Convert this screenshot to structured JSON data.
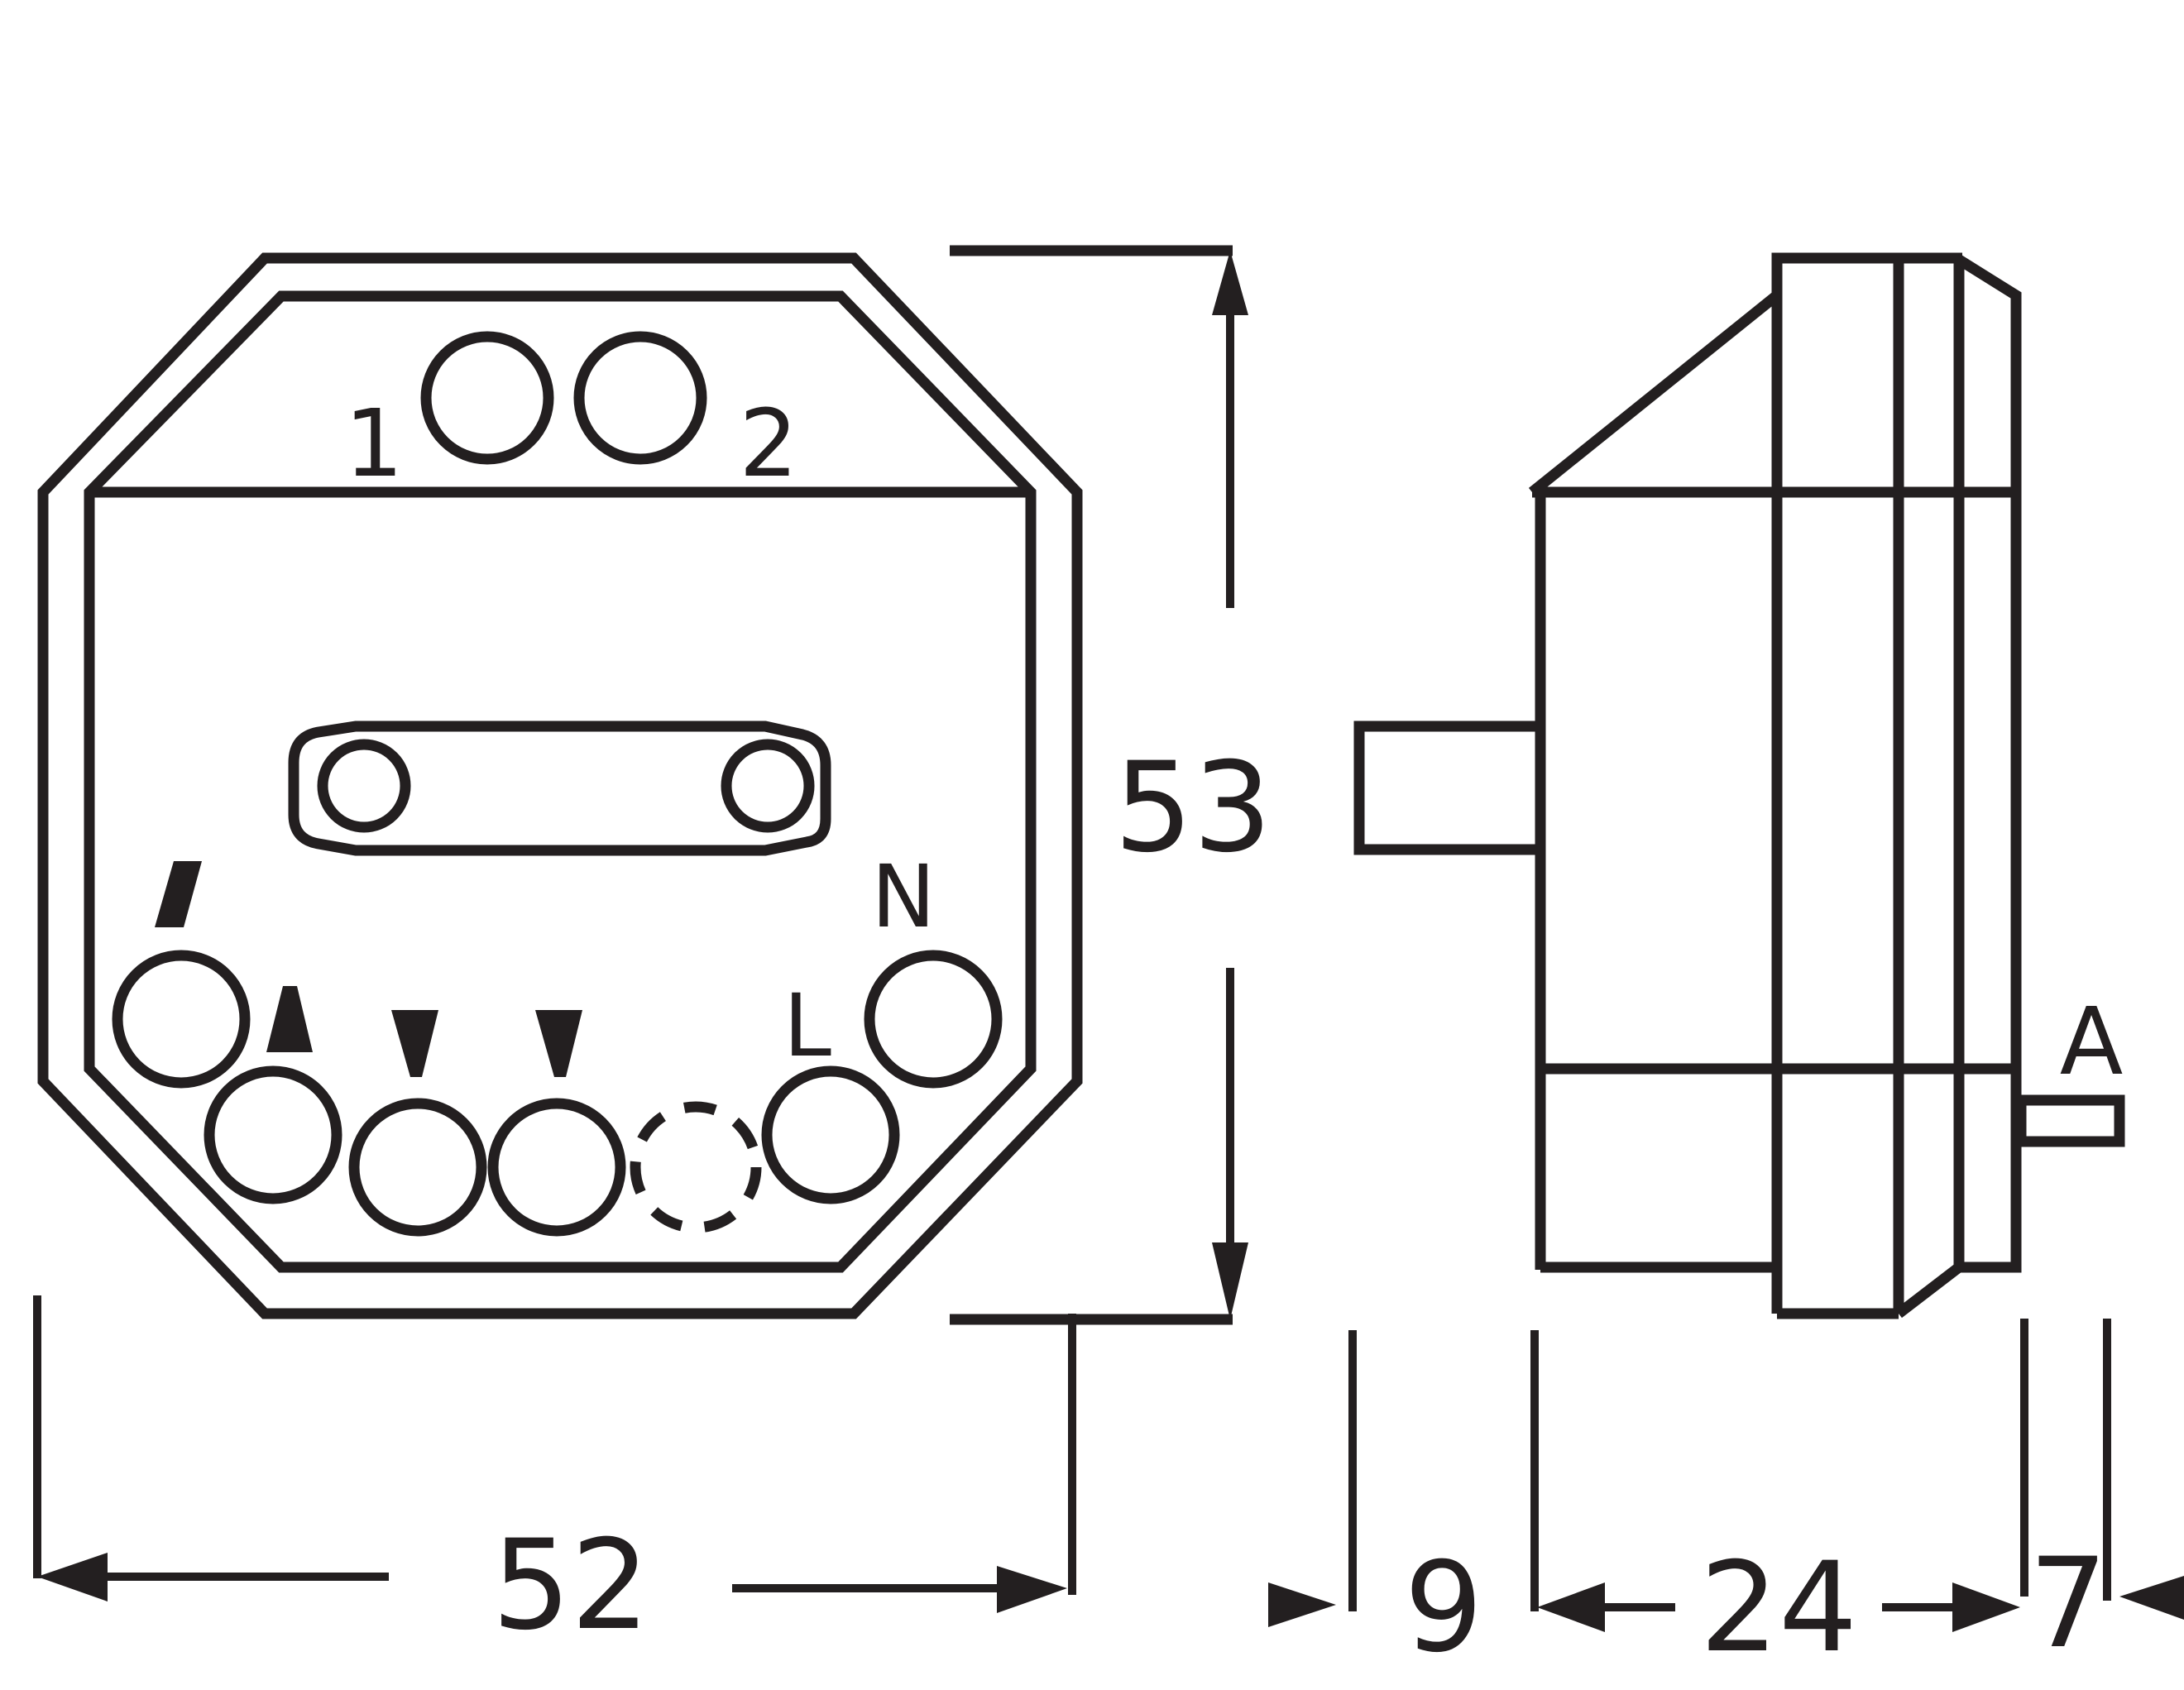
{
  "labels": {
    "terminal_1": "1",
    "terminal_2": "2",
    "terminal_n": "N",
    "terminal_l": "L",
    "terminal_a": "A"
  },
  "dimensions": {
    "width": "52",
    "height": "53",
    "depth_front": "9",
    "depth_body": "24",
    "depth_back": "7"
  },
  "colors": {
    "line": "#231f20",
    "background": "#ffffff"
  }
}
